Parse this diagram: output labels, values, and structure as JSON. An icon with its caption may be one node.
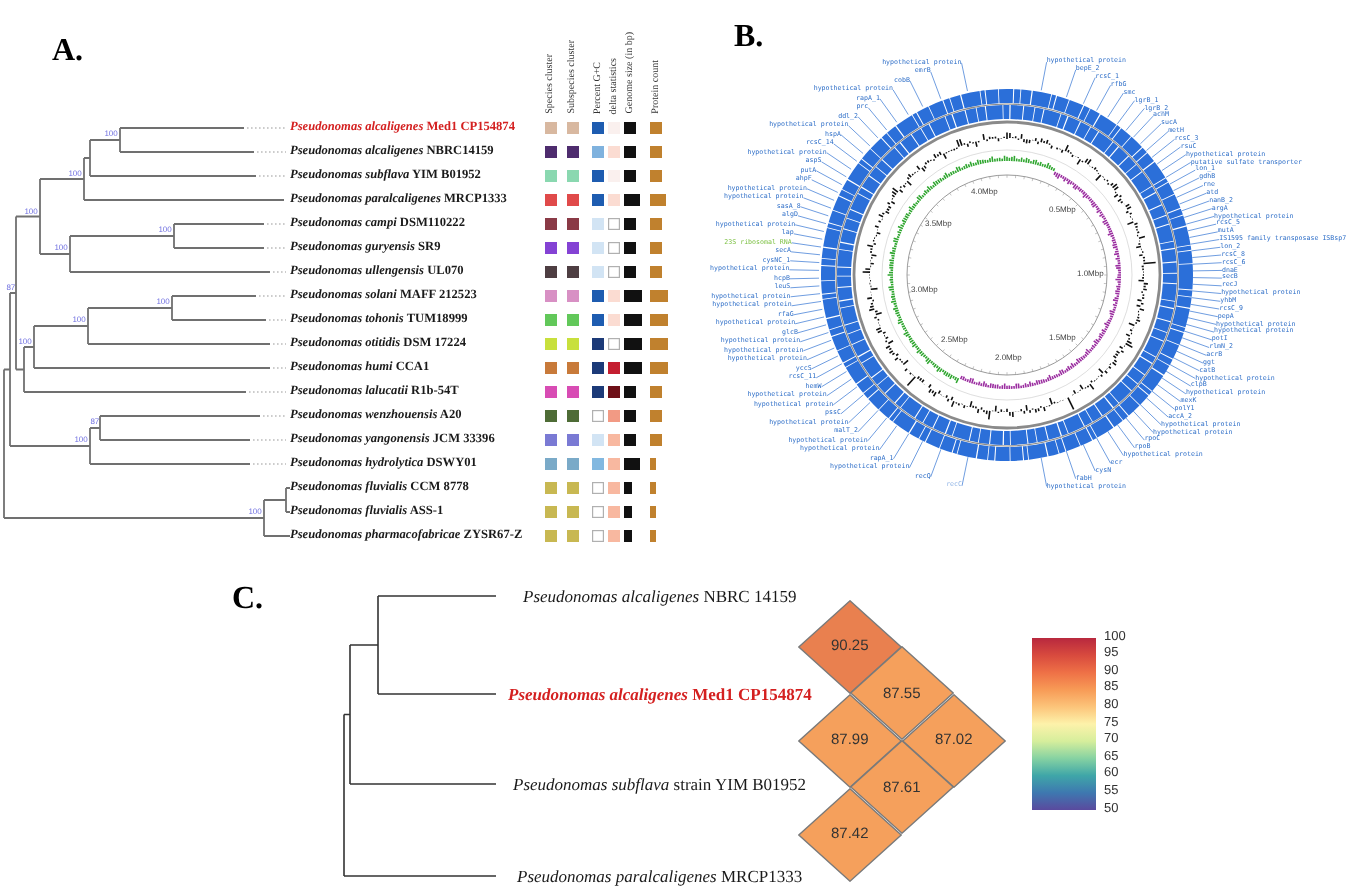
{
  "diagram": {
    "nodes": [
      {
        "text": [],
        "shape": "picture"
      },
      {
        "text": [
          "hypothetical protein"
        ]
      },
      {
        "text": [
          "emrB"
        ]
      },
      {
        "text": [
          "cobB"
        ]
      },
      {
        "text": [
          "hypothetical protein"
        ]
      },
      {
        "text": [
          "rapA_1"
        ]
      },
      {
        "text": [
          "prc"
        ]
      },
      {
        "text": [
          "ddl_2"
        ]
      },
      {
        "text": [
          "hypothetical protein"
        ]
      },
      {
        "text": [
          "hspA"
        ]
      },
      {
        "text": [
          "rcsC_14"
        ]
      },
      {
        "text": [
          "hypothetical protein"
        ]
      },
      {
        "text": [
          "aspS"
        ]
      },
      {
        "text": [
          "putA"
        ]
      },
      {
        "text": [
          "ahpF"
        ]
      },
      {
        "text": [
          "hypothetical protein"
        ]
      },
      {
        "text": [
          "hypothetical protein"
        ]
      },
      {
        "text": [
          "sasA_8"
        ]
      },
      {
        "text": [
          "algD"
        ]
      },
      {
        "text": [
          "hypothetical protein"
        ]
      },
      {
        "text": [
          "lap"
        ]
      },
      {
        "text": [
          "23S ribosomal RNA"
        ]
      },
      {
        "text": [
          "secA"
        ]
      },
      {
        "text": [
          "cysNC_1"
        ]
      },
      {
        "text": [
          "hypothetical protein"
        ]
      },
      {
        "text": [
          "hcpB"
        ]
      },
      {
        "text": [
          "leuS"
        ]
      },
      {
        "text": [
          "hypothetical protein"
        ]
      },
      {
        "text": [
          "hypothetical protein"
        ]
      },
      {
        "text": [
          "rfaG"
        ]
      },
      {
        "text": [
          "hypothetical protein"
        ]
      },
      {
        "text": [
          "glcB"
        ]
      },
      {
        "text": [
          "hypothetical protein"
        ]
      },
      {
        "text": [
          "hypothetical protein"
        ]
      },
      {
        "text": [
          "hypothetical protein"
        ]
      },
      {
        "text": [
          "yccS"
        ]
      },
      {
        "text": [
          "rcsC_11"
        ]
      },
      {
        "text": [
          "hemW"
        ]
      },
      {
        "text": [
          "hypothetical protein"
        ]
      },
      {
        "text": [
          "hypothetical protein"
        ]
      },
      {
        "text": [
          "pssC"
        ]
      },
      {
        "text": [
          "hypothetical protein"
        ]
      },
      {
        "text": [
          "malT_2"
        ]
      },
      {
        "text": [
          "hypothetical protein"
        ]
      },
      {
        "text": [
          "hypothetical protein"
        ]
      },
      {
        "text": [
          "rapA_1"
        ]
      },
      {
        "text": [
          "hypothetical protein"
        ]
      },
      {
        "text": [
          "recQ"
        ]
      },
      {
        "text": [
          "recC"
        ]
      },
      {
        "text": [
          "hypothetical protein"
        ]
      },
      {
        "text": [
          "bepE_2"
        ]
      },
      {
        "text": [
          "rcsC_1"
        ]
      },
      {
        "text": [
          "rfbG"
        ]
      },
      {
        "text": [
          "smc"
        ]
      },
      {
        "text": [
          "lgrB_1"
        ]
      },
      {
        "text": [
          "lgrB_2"
        ]
      },
      {
        "text": [
          "acnM"
        ]
      },
      {
        "text": [
          "sucA"
        ]
      },
      {
        "text": [
          "metH"
        ]
      },
      {
        "text": [
          "rcsC_3"
        ]
      },
      {
        "text": [
          "rsuC"
        ]
      },
      {
        "text": [
          "hypothetical protein"
        ]
      },
      {
        "text": [
          "putative sulfate transporter"
        ]
      },
      {
        "text": [
          "lon_1"
        ]
      },
      {
        "text": [
          "gdhB"
        ]
      },
      {
        "text": [
          "rne"
        ]
      },
      {
        "text": [
          "atd"
        ]
      },
      {
        "text": [
          "nanB_2"
        ]
      },
      {
        "text": [
          "argA"
        ]
      },
      {
        "text": [
          "hypothetical protein"
        ]
      },
      {
        "text": [
          "rcsC_5"
        ]
      },
      {
        "text": [
          "mutA"
        ]
      },
      {
        "text": [
          "IS1595 family transposase ISBsp7"
        ]
      },
      {
        "text": [
          "lon_2"
        ]
      },
      {
        "text": [
          "rcsC_8"
        ]
      },
      {
        "text": [
          "rcsC_6"
        ]
      },
      {
        "text": [
          "dnaE"
        ]
      },
      {
        "text": [
          "secB"
        ]
      },
      {
        "text": [
          "recJ"
        ]
      },
      {
        "text": [
          "hypothetical protein"
        ]
      },
      {
        "text": [
          "yhbM"
        ]
      },
      {
        "text": [
          "rcsC_9"
        ]
      },
      {
        "text": [
          "pepA"
        ]
      },
      {
        "text": [
          "hypothetical protein"
        ]
      },
      {
        "text": [
          "hypothetical protein"
        ]
      },
      {
        "text": [
          "potI"
        ]
      },
      {
        "text": [
          "rlmN_2"
        ]
      },
      {
        "text": [
          "acrB"
        ]
      },
      {
        "text": [
          "ggt"
        ]
      },
      {
        "text": [
          "catB"
        ]
      },
      {
        "text": [
          "hypothetical protein"
        ]
      },
      {
        "text": [
          "clpB"
        ]
      },
      {
        "text": [
          "hypothetical protein"
        ]
      },
      {
        "text": [
          "mexK"
        ]
      },
      {
        "text": [
          "polY1"
        ]
      },
      {
        "text": [
          "accA_2"
        ]
      },
      {
        "text": [
          "hypothetical protein"
        ]
      },
      {
        "text": [
          "hypothetical protein"
        ]
      },
      {
        "text": [
          "rpoC"
        ]
      },
      {
        "text": [
          "rpoB"
        ]
      },
      {
        "text": [
          "hypothetical protein"
        ]
      },
      {
        "text": [
          "ecr"
        ]
      },
      {
        "text": [
          "cysN"
        ]
      },
      {
        "text": [
          "fabH"
        ]
      },
      {
        "text": [
          "hypothetical protein"
        ]
      },
      {
        "text": [
          "90.25"
        ]
      },
      {
        "text": [
          "87.55"
        ]
      },
      {
        "text": [
          "87.99"
        ]
      },
      {
        "text": [
          "87.02"
        ]
      },
      {
        "text": [
          "87.61"
        ]
      },
      {
        "text": [
          "87.42"
        ]
      },
      {
        "text": [],
        "shape": "bar",
        "beside": [
          "100",
          "95",
          "90",
          "85",
          "80",
          "75",
          "70",
          "65",
          "60",
          "55",
          "50"
        ]
      }
    ],
    "edges": [
      {
        "from": 1,
        "to": 0,
        "arrow": "none"
      },
      {
        "from": 2,
        "to": 0,
        "arrow": "none"
      },
      {
        "from": 3,
        "to": 0,
        "arrow": "none"
      },
      {
        "from": 4,
        "to": 0,
        "arrow": "none"
      },
      {
        "from": 5,
        "to": 0,
        "arrow": "none"
      },
      {
        "from": 6,
        "to": 0,
        "arrow": "none"
      },
      {
        "from": 7,
        "to": 0,
        "arrow": "none"
      },
      {
        "from": 8,
        "to": 0,
        "arrow": "none"
      },
      {
        "from": 9,
        "to": 0,
        "arrow": "none"
      },
      {
        "from": 10,
        "to": 0,
        "arrow": "none"
      },
      {
        "from": 11,
        "to": 0,
        "arrow": "none"
      },
      {
        "from": 12,
        "to": 0,
        "arrow": "none"
      },
      {
        "from": 13,
        "to": 0,
        "arrow": "none"
      },
      {
        "from": 14,
        "to": 0,
        "arrow": "none"
      },
      {
        "from": 15,
        "to": 0,
        "arrow": "none"
      },
      {
        "from": 16,
        "to": 0,
        "arrow": "none"
      },
      {
        "from": 17,
        "to": 0,
        "arrow": "none"
      },
      {
        "from": 18,
        "to": 0,
        "arrow": "none"
      },
      {
        "from": 19,
        "to": 0,
        "arrow": "none"
      },
      {
        "from": 20,
        "to": 0,
        "arrow": "none"
      },
      {
        "from": 21,
        "to": 0,
        "arrow": "none"
      },
      {
        "from": 22,
        "to": 0,
        "arrow": "none"
      },
      {
        "from": 23,
        "to": 0,
        "arrow": "none"
      },
      {
        "from": 24,
        "to": 0,
        "arrow": "none"
      },
      {
        "from": 25,
        "to": 0,
        "arrow": "none"
      },
      {
        "from": 26,
        "to": 0,
        "arrow": "none"
      },
      {
        "from": 27,
        "to": 0,
        "arrow": "none"
      },
      {
        "from": 28,
        "to": 0,
        "arrow": "none"
      },
      {
        "from": 29,
        "to": 0,
        "arrow": "none"
      },
      {
        "from": 30,
        "to": 0,
        "arrow": "none"
      },
      {
        "from": 31,
        "to": 0,
        "arrow": "none"
      },
      {
        "from": 32,
        "to": 0,
        "arrow": "none"
      },
      {
        "from": 33,
        "to": 0,
        "arrow": "none"
      },
      {
        "from": 34,
        "to": 0,
        "arrow": "none"
      },
      {
        "from": 35,
        "to": 0,
        "arrow": "none"
      },
      {
        "from": 36,
        "to": 0,
        "arrow": "none"
      },
      {
        "from": 37,
        "to": 0,
        "arrow": "none"
      },
      {
        "from": 38,
        "to": 0,
        "arrow": "none"
      },
      {
        "from": 39,
        "to": 0,
        "arrow": "none"
      },
      {
        "from": 40,
        "to": 0,
        "arrow": "none"
      },
      {
        "from": 41,
        "to": 0,
        "arrow": "none"
      },
      {
        "from": 42,
        "to": 0,
        "arrow": "none"
      },
      {
        "from": 43,
        "to": 0,
        "arrow": "none"
      },
      {
        "from": 44,
        "to": 0,
        "arrow": "none"
      },
      {
        "from": 45,
        "to": 0,
        "arrow": "none"
      },
      {
        "from": 46,
        "to": 0,
        "arrow": "none"
      },
      {
        "from": 47,
        "to": 0,
        "arrow": "none"
      },
      {
        "from": 48,
        "to": 0,
        "arrow": "none"
      },
      {
        "from": 49,
        "to": 0,
        "arrow": "none"
      },
      {
        "from": 50,
        "to": 0,
        "arrow": "none"
      },
      {
        "from": 51,
        "to": 0,
        "arrow": "none"
      },
      {
        "from": 52,
        "to": 0,
        "arrow": "none"
      },
      {
        "from": 53,
        "to": 0,
        "arrow": "none"
      },
      {
        "from": 54,
        "to": 0,
        "arrow": "none"
      },
      {
        "from": 55,
        "to": 0,
        "arrow": "none"
      },
      {
        "from": 56,
        "to": 0,
        "arrow": "none"
      },
      {
        "from": 57,
        "to": 0,
        "arrow": "none"
      },
      {
        "from": 58,
        "to": 0,
        "arrow": "none"
      },
      {
        "from": 59,
        "to": 0,
        "arrow": "none"
      },
      {
        "from": 60,
        "to": 0,
        "arrow": "none"
      },
      {
        "from": 61,
        "to": 0,
        "arrow": "none"
      },
      {
        "from": 62,
        "to": 0,
        "arrow": "none"
      },
      {
        "from": 63,
        "to": 0,
        "arrow": "none"
      },
      {
        "from": 64,
        "to": 0,
        "arrow": "none"
      },
      {
        "from": 65,
        "to": 0,
        "arrow": "none"
      },
      {
        "from": 66,
        "to": 0,
        "arrow": "none"
      },
      {
        "from": 67,
        "to": 0,
        "arrow": "none"
      },
      {
        "from": 68,
        "to": 0,
        "arrow": "none"
      },
      {
        "from": 69,
        "to": 0,
        "arrow": "none"
      },
      {
        "from": 70,
        "to": 0,
        "arrow": "none"
      },
      {
        "from": 71,
        "to": 0,
        "arrow": "none"
      },
      {
        "from": 72,
        "to": 0,
        "arrow": "none"
      },
      {
        "from": 73,
        "to": 0,
        "arrow": "none"
      },
      {
        "from": 74,
        "to": 0,
        "arrow": "none"
      },
      {
        "from": 75,
        "to": 0,
        "arrow": "none"
      },
      {
        "from": 76,
        "to": 0,
        "arrow": "none"
      },
      {
        "from": 77,
        "to": 0,
        "arrow": "none"
      },
      {
        "from": 78,
        "to": 0,
        "arrow": "none"
      },
      {
        "from": 79,
        "to": 0,
        "arrow": "none"
      },
      {
        "from": 80,
        "to": 0,
        "arrow": "none"
      },
      {
        "from": 81,
        "to": 0,
        "arrow": "none"
      },
      {
        "from": 82,
        "to": 0,
        "arrow": "none"
      },
      {
        "from": 83,
        "to": 0,
        "arrow": "none"
      },
      {
        "from": 84,
        "to": 0,
        "arrow": "none"
      },
      {
        "from": 85,
        "to": 0,
        "arrow": "none"
      },
      {
        "from": 86,
        "to": 0,
        "arrow": "none"
      },
      {
        "from": 87,
        "to": 0,
        "arrow": "none"
      },
      {
        "from": 88,
        "to": 0,
        "arrow": "none"
      },
      {
        "from": 89,
        "to": 0,
        "arrow": "none"
      },
      {
        "from": 90,
        "to": 0,
        "arrow": "none"
      },
      {
        "from": 91,
        "to": 0,
        "arrow": "none"
      },
      {
        "from": 92,
        "to": 0,
        "arrow": "none"
      },
      {
        "from": 93,
        "to": 0,
        "arrow": "none"
      },
      {
        "from": 94,
        "to": 0,
        "arrow": "none"
      },
      {
        "from": 95,
        "to": 0,
        "arrow": "none"
      },
      {
        "from": 96,
        "to": 0,
        "arrow": "none"
      },
      {
        "from": 97,
        "to": 0,
        "arrow": "none"
      },
      {
        "from": 98,
        "to": 0,
        "arrow": "none"
      },
      {
        "from": 99,
        "to": 0,
        "arrow": "none"
      },
      {
        "from": 100,
        "to": 0,
        "arrow": "none"
      },
      {
        "from": 101,
        "to": 0,
        "arrow": "none"
      },
      {
        "from": 102,
        "to": 0,
        "arrow": "none"
      },
      {
        "from": 103,
        "to": 0,
        "arrow": "none"
      },
      {
        "from": 104,
        "to": 0,
        "arrow": "none"
      }
    ],
    "labels": [
      "A.",
      "Species cluster",
      "Subspecies cluster",
      "Percent G+C",
      "delta statistics",
      "Genome size (in bp)",
      "Protein count",
      "*Pseudonomas alcaligenes* Med1 CP154874",
      "*Pseudonomas alcaligenes* NBRC14159",
      "*Pseudonomas subflava* YIM B01952",
      "*Pseudonomas paralcaligenes* MRCP1333",
      "*Pseudonomas campi* DSM110222",
      "*Pseudonomas guryensis* SR9",
      "*Pseudonomas ullengensis* UL070",
      "*Pseudonomas solani* MAFF 212523",
      "*Pseudonomas tohonis* TUM18999",
      "*Pseudonomas otitidis* DSM 17224",
      "*Pseudonomas humi* CCA1",
      "*Pseudonomas lalucatii* R1b-54T",
      "*Pseudonomas wenzhouensis* A20",
      "*Pseudonomas yangonensis* JCM 33396",
      "*Pseudonomas hydrolytica* DSWY01",
      "*Pseudonomas fluvialis* CCM 8778",
      "*Pseudonomas fluvialis* ASS-1",
      "*Pseudonomas pharmacofabricae* ZYSR67-Z",
      "100",
      "100",
      "100",
      "100",
      "100",
      "87",
      "100",
      "100",
      "100",
      "87",
      "100",
      "100",
      "B.",
      "4.0Mbp",
      "0.5Mbp",
      "3.5Mbp",
      "1.0Mbp",
      "3.0Mbp",
      "2.5Mbp",
      "1.5Mbp",
      "2.0Mbp",
      "C.",
      "*Pseudonomas alcaligenes* NBRC 14159",
      "*Pseudonomas alcaligenes* Med1 CP154874",
      "*Pseudonomas subflava* strain YIM B01952",
      "*Pseudonomas paralcaligenes* MRCP1333"
    ]
  }
}
